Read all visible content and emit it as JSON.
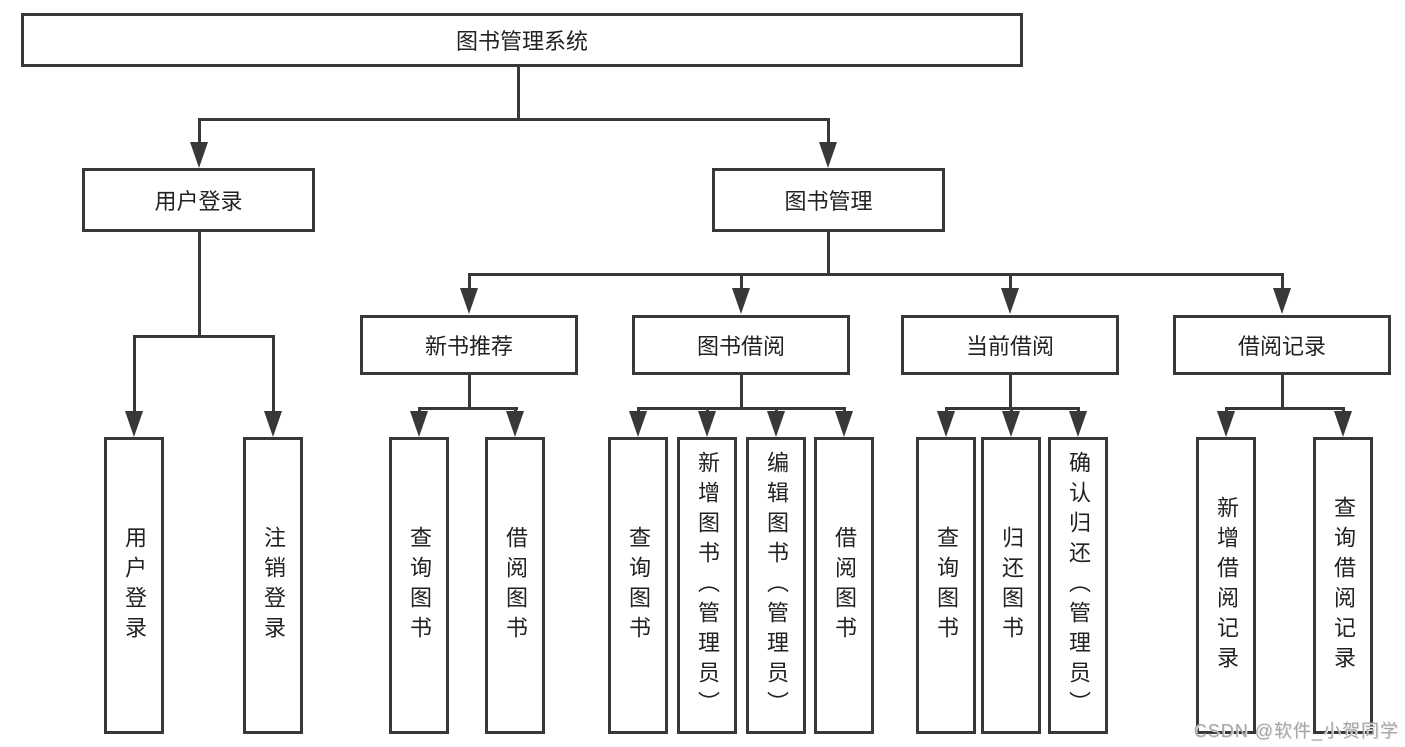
{
  "root": {
    "label": "图书管理系统"
  },
  "level2": {
    "user_login": {
      "label": "用户登录"
    },
    "book_mgmt": {
      "label": "图书管理"
    }
  },
  "level3": {
    "new_books": {
      "label": "新书推荐"
    },
    "borrowing": {
      "label": "图书借阅"
    },
    "current": {
      "label": "当前借阅"
    },
    "records": {
      "label": "借阅记录"
    }
  },
  "leaves": {
    "login": "用户登录",
    "logout": "注销登录",
    "nb_query": "查询图书",
    "nb_borrow": "借阅图书",
    "bw_query": "查询图书",
    "bw_add": "新增图书（管理员）",
    "bw_edit": "编辑图书（管理员）",
    "bw_borrow": "借阅图书",
    "cur_query": "查询图书",
    "cur_return": "归还图书",
    "cur_confirm": "确认归还（管理员）",
    "rec_add": "新增借阅记录",
    "rec_query": "查询借阅记录"
  },
  "watermark": "CSDN @软件_小贺同学",
  "colors": {
    "line": "#383838",
    "text": "#222222",
    "watermark": "#a6a6a6",
    "background": "#ffffff"
  }
}
